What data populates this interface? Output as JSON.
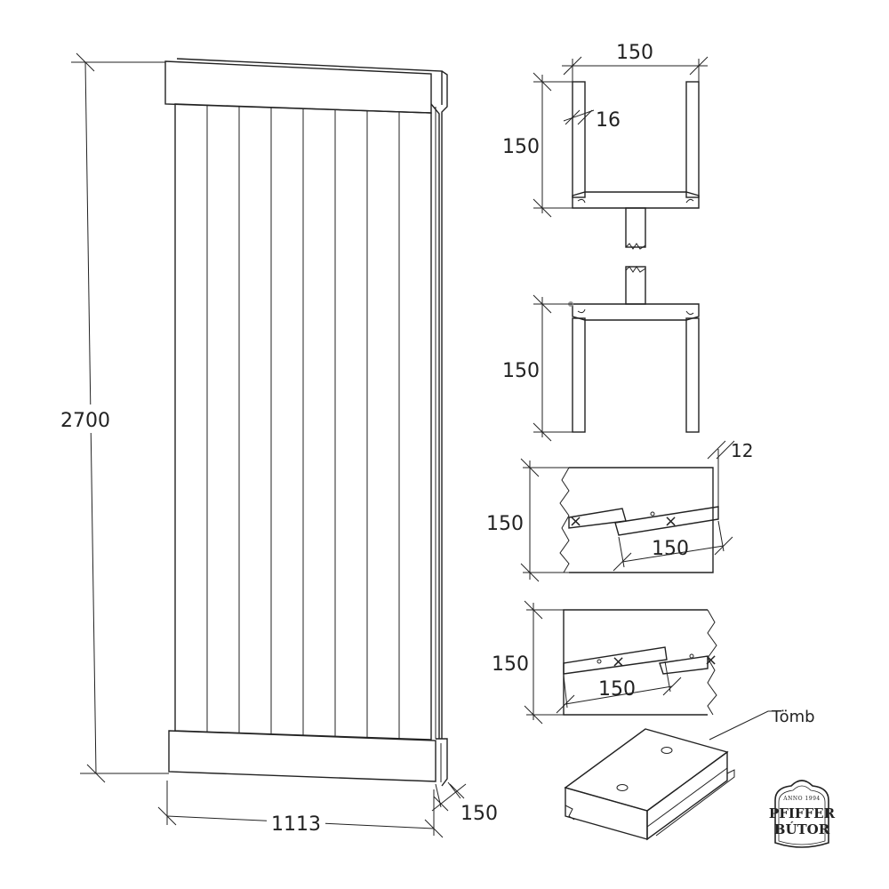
{
  "panel": {
    "height_label": "2700",
    "width_label": "1113",
    "depth_label": "150",
    "board_count": 8
  },
  "section_top": {
    "width_label": "150",
    "height_label": "150",
    "wall_label": "16"
  },
  "section_bottom": {
    "height_label": "150"
  },
  "joint_left": {
    "height_label": "150",
    "overlap_label": "150",
    "gap_label": "12"
  },
  "joint_right": {
    "height_label": "150",
    "overlap_label": "150"
  },
  "block": {
    "label": "Tömb"
  },
  "logo": {
    "top_text": "ANNO 1994",
    "line1": "PFIFFER",
    "line2": "BÚTOR"
  }
}
